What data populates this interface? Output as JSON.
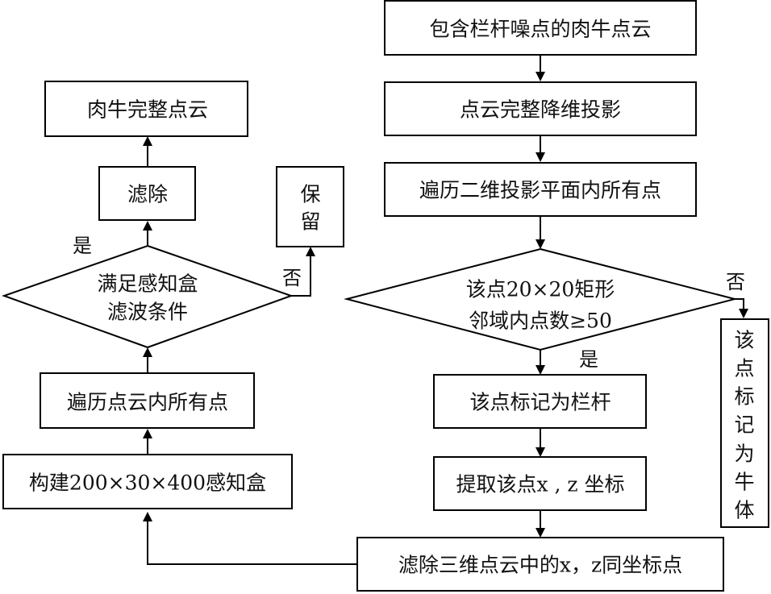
{
  "diagram": {
    "type": "flowchart",
    "colors": {
      "stroke": "#000000",
      "background": "#ffffff",
      "text": "#111111"
    },
    "nodes": {
      "input_cloud": {
        "label": "包含栏杆噪点的肉牛点云"
      },
      "projection": {
        "label": "点云完整降维投影"
      },
      "traverse_2d": {
        "label": "遍历二维投影平面内所有点"
      },
      "neighborhood_check": {
        "line1": "该点20×20矩形",
        "line2": "邻域内点数≥50"
      },
      "mark_railing": {
        "label": "该点标记为栏杆"
      },
      "extract_xz": {
        "label": "提取该点x , z 坐标"
      },
      "filter_xz": {
        "label": "滤除三维点云中的x，z同坐标点"
      },
      "mark_cattle": {
        "chars": [
          "该",
          "点",
          "标",
          "记",
          "为",
          "牛",
          "体"
        ]
      },
      "build_box": {
        "label": "构建200×30×400感知盒"
      },
      "traverse_cloud": {
        "label": "遍历点云内所有点"
      },
      "box_condition": {
        "line1": "满足感知盒",
        "line2": "滤波条件"
      },
      "remove": {
        "label": "滤除"
      },
      "keep": {
        "chars": [
          "保",
          "留"
        ]
      },
      "output_cloud": {
        "label": "肉牛完整点云"
      }
    },
    "edge_labels": {
      "neighborhood_yes": "是",
      "neighborhood_no": "否",
      "box_yes": "是",
      "box_no": "否"
    },
    "edges": [
      {
        "from": "input_cloud",
        "to": "projection"
      },
      {
        "from": "projection",
        "to": "traverse_2d"
      },
      {
        "from": "traverse_2d",
        "to": "neighborhood_check"
      },
      {
        "from": "neighborhood_check",
        "to": "mark_railing",
        "label": "是"
      },
      {
        "from": "neighborhood_check",
        "to": "mark_cattle",
        "label": "否"
      },
      {
        "from": "mark_railing",
        "to": "extract_xz"
      },
      {
        "from": "extract_xz",
        "to": "filter_xz"
      },
      {
        "from": "filter_xz",
        "to": "build_box"
      },
      {
        "from": "build_box",
        "to": "traverse_cloud"
      },
      {
        "from": "traverse_cloud",
        "to": "box_condition"
      },
      {
        "from": "box_condition",
        "to": "remove",
        "label": "是"
      },
      {
        "from": "box_condition",
        "to": "keep",
        "label": "否"
      },
      {
        "from": "remove",
        "to": "output_cloud"
      }
    ]
  }
}
